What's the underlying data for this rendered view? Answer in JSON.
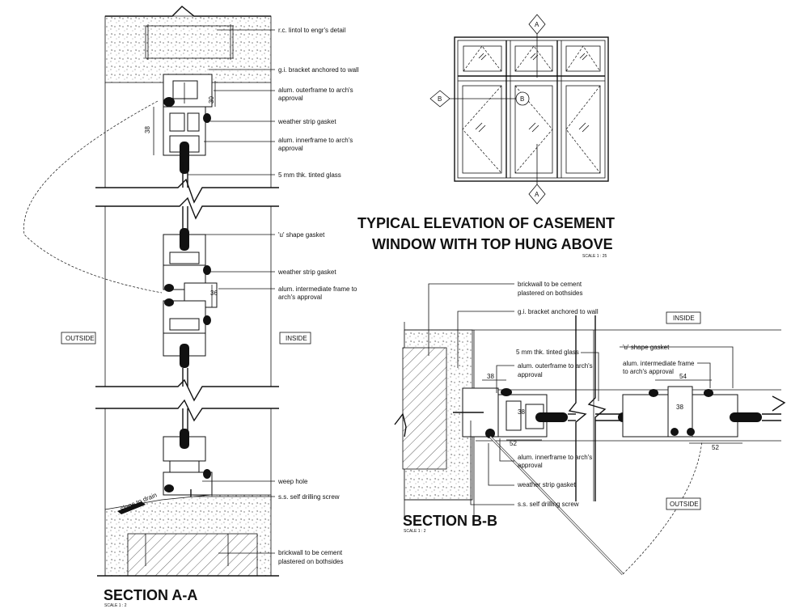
{
  "elevation": {
    "title_line1": "TYPICAL ELEVATION OF CASEMENT",
    "title_line2": "WINDOW WITH TOP HUNG ABOVE",
    "scale": "SCALE 1 : 25",
    "markers": {
      "a": "A",
      "b": "B"
    }
  },
  "section_aa": {
    "title": "SECTION A-A",
    "scale": "SCALE 1 : 2",
    "outside_label": "OUTSIDE",
    "inside_label": "INSIDE",
    "notes": [
      "r.c. lintol to engr's detail",
      "g.i. bracket anchored to wall",
      "alum. outerframe to arch's",
      "approval",
      "weather strip gasket",
      "alum. innerframe to arch's",
      "approval",
      "5 mm thk. tinted glass",
      "'u' shape gasket",
      "weather strip gasket",
      "alum. intermediate frame to",
      "arch's approval",
      "weep hole",
      "s.s. self drilling screw",
      "brickwall to be cement",
      "plastered on bothsides"
    ],
    "dims": [
      "38",
      "30",
      "36"
    ],
    "slope_label": "slope to drain"
  },
  "section_bb": {
    "title": "SECTION B-B",
    "scale": "SCALE 1 : 2",
    "inside_label": "INSIDE",
    "outside_label": "OUTSIDE",
    "notes": [
      "brickwall to be cement",
      "plastered on bothsides",
      "g.i. bracket anchored to wall",
      "5 mm thk. tinted glass",
      "'u' shape gasket",
      "alum. outerframe to arch's",
      "approval",
      "alum. intermediate frame",
      "to arch's approval",
      "alum. innerframe to arch's",
      "approval",
      "weather strip gasket",
      "s.s. self drilling screw"
    ],
    "dims": [
      "38",
      "38",
      "52",
      "54",
      "38",
      "52"
    ]
  },
  "colors": {
    "ink": "#111111",
    "paper": "#ffffff"
  }
}
